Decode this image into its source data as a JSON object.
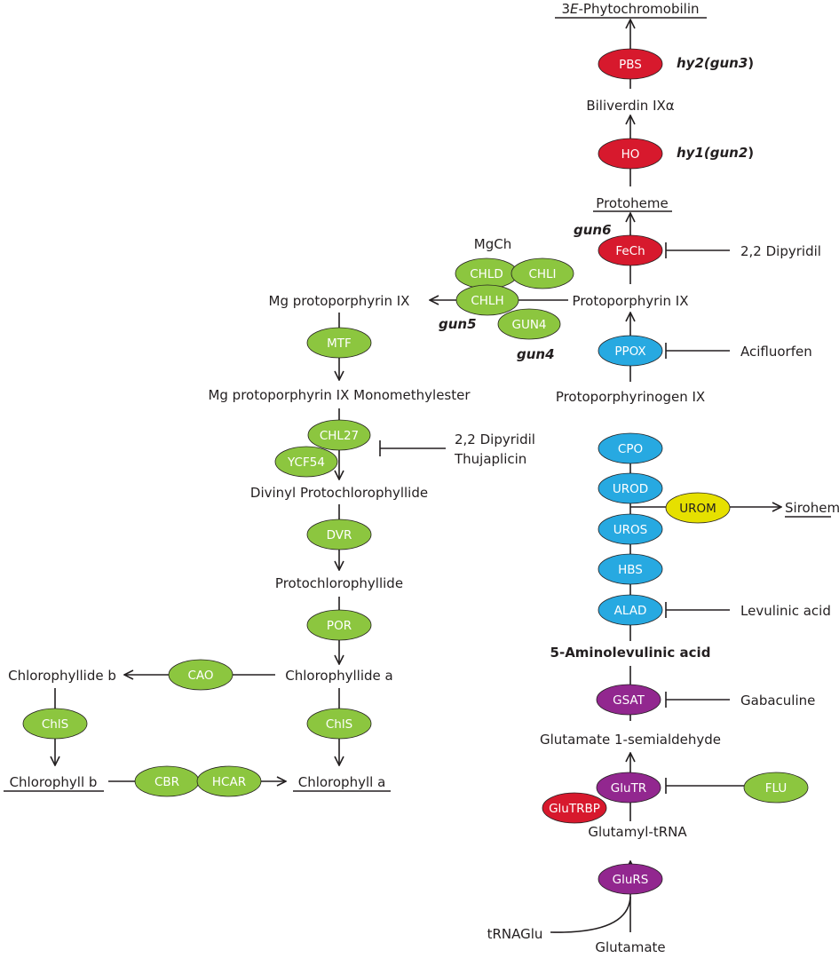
{
  "colors": {
    "green": "#8cc63f",
    "red": "#d7192d",
    "blue": "#27a9e1",
    "purple": "#92278f",
    "yellow": "#e6e000",
    "line": "#231f20"
  },
  "metabolites": {
    "phytochromobilin_pre": "3",
    "phytochromobilin_e": "E",
    "phytochromobilin_post": "-Phytochromobilin",
    "biliverdin": "Biliverdin IXα",
    "protoheme": "Protoheme",
    "protoporphyrin": "Protoporphyrin IX",
    "protoporphyrinogen": "Protoporphyrinogen IX",
    "siroheme": "Siroheme",
    "ala": "5-Aminolevulinic acid",
    "gsa": "Glutamate 1-semialdehyde",
    "glutamyl_trna": "Glutamyl-tRNA",
    "trnaglu": "tRNAGlu",
    "glutamate": "Glutamate",
    "mg_proto": "Mg protoporphyrin IX",
    "mg_proto_me": "Mg protoporphyrin IX Monomethylester",
    "divinyl_pchlide": "Divinyl Protochlorophyllide",
    "pchlide": "Protochlorophyllide",
    "chlide_a": "Chlorophyllide a",
    "chlide_b": "Chlorophyllide b",
    "chl_a": "Chlorophyll a",
    "chl_b": "Chlorophyll b"
  },
  "enzymes": {
    "pbs": "PBS",
    "ho": "HO",
    "fech": "FeCh",
    "ppox": "PPOX",
    "cpo": "CPO",
    "urod": "UROD",
    "urom": "UROM",
    "uros": "UROS",
    "hbs": "HBS",
    "alad": "ALAD",
    "gsat": "GSAT",
    "glutr": "GluTR",
    "glutrbp": "GluTRBP",
    "glurs": "GluRS",
    "flu": "FLU",
    "chld": "CHLD",
    "chli": "CHLI",
    "chlh": "CHLH",
    "gun4": "GUN4",
    "mtf": "MTF",
    "chl27": "CHL27",
    "ycf54": "YCF54",
    "dvr": "DVR",
    "por": "POR",
    "cao": "CAO",
    "chls_a": "ChlS",
    "chls_b": "ChlS",
    "cbr": "CBR",
    "hcar": "HCAR"
  },
  "labels": {
    "mgch": "MgCh",
    "hy2_a": "hy2(",
    "hy2_b": "gun3",
    "hy2_c": ")",
    "hy1_a": "hy1(",
    "hy1_b": "gun2",
    "hy1_c": ")",
    "gun6": "gun6",
    "gun5": "gun5",
    "gun4": "gun4"
  },
  "inhibitors": {
    "dipyridil_fech": "2,2 Dipyridil",
    "acifluorfen": "Acifluorfen",
    "levulinic": "Levulinic acid",
    "gabaculine": "Gabaculine",
    "dipyridil_chl27": "2,2 Dipyridil",
    "thujaplicin": "Thujaplicin"
  }
}
